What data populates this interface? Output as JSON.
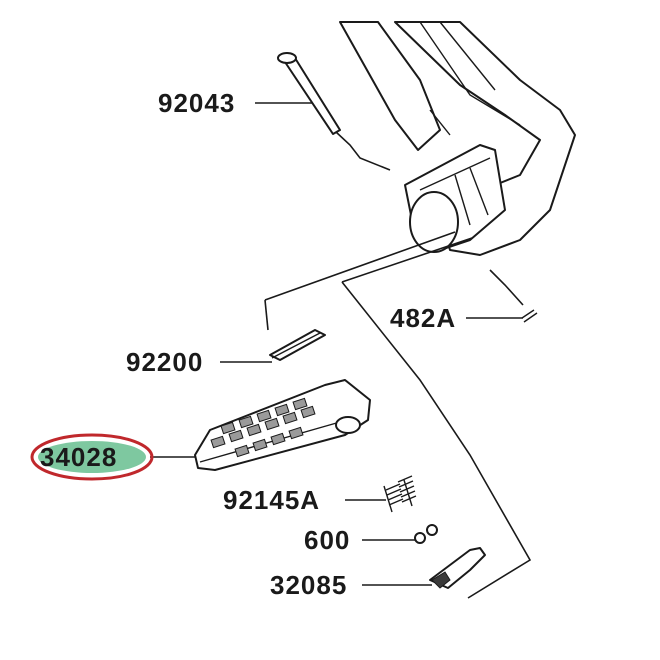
{
  "parts": [
    {
      "id": "p92043",
      "label": "92043"
    },
    {
      "id": "p482A",
      "label": "482A"
    },
    {
      "id": "p92200",
      "label": "92200"
    },
    {
      "id": "p34028",
      "label": "34028"
    },
    {
      "id": "p92145A",
      "label": "92145A"
    },
    {
      "id": "p600",
      "label": "600"
    },
    {
      "id": "p32085",
      "label": "32085"
    }
  ],
  "colors": {
    "highlight_ring": "#c0282c",
    "highlight_fill": "#7ec8a0"
  }
}
